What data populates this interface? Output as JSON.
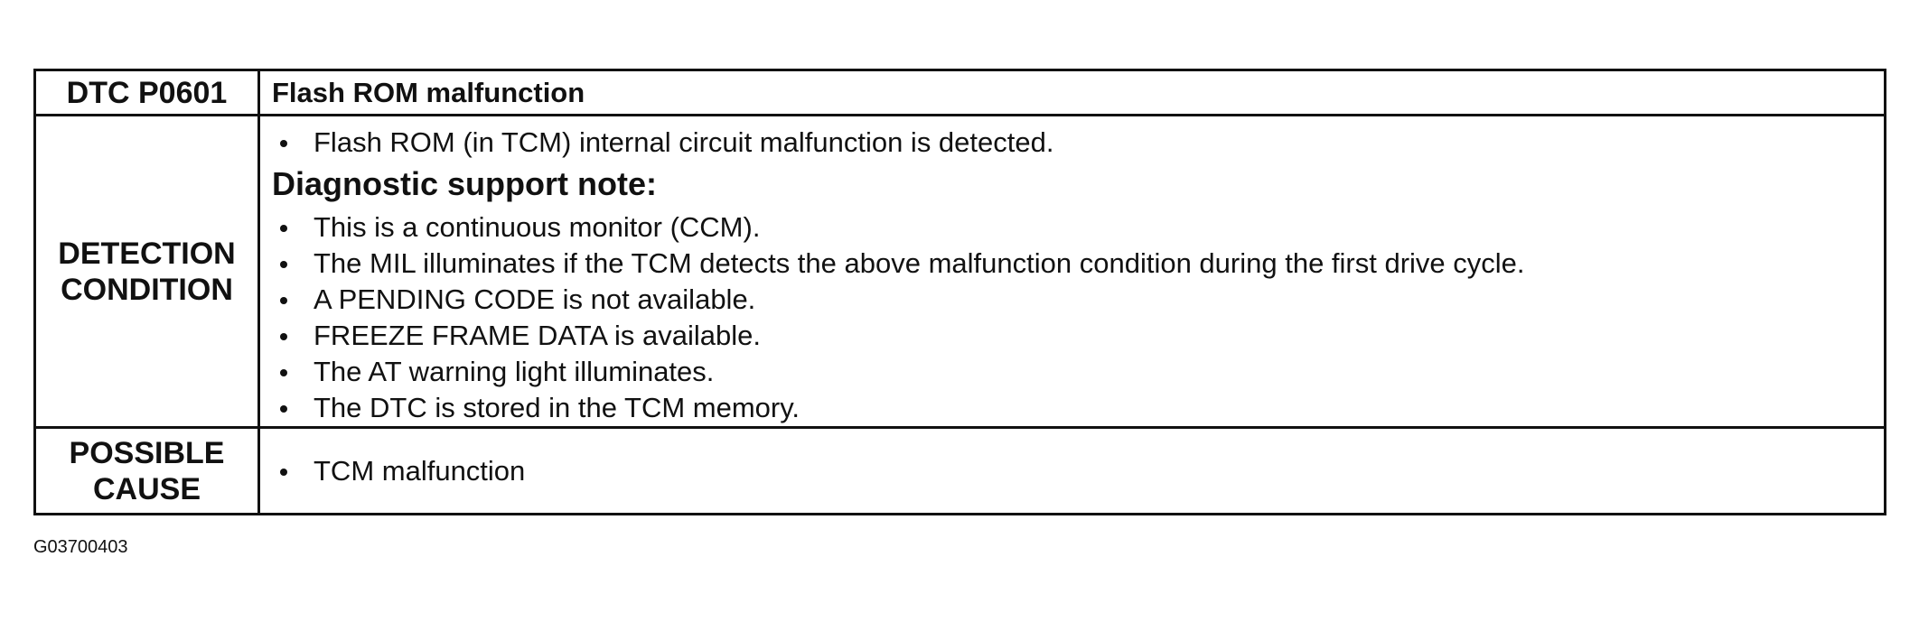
{
  "dtc": {
    "code": "DTC P0601",
    "title": "Flash ROM malfunction"
  },
  "detection_condition": {
    "label_line1": "DETECTION",
    "label_line2": "CONDITION",
    "intro_items": [
      "Flash ROM (in TCM) internal circuit malfunction is detected."
    ],
    "note_heading": "Diagnostic support note:",
    "note_items": [
      "This is a continuous monitor (CCM).",
      "The MIL illuminates if the TCM detects the above malfunction condition during the first drive cycle.",
      "A PENDING CODE is not available.",
      "FREEZE FRAME DATA is available.",
      "The AT warning light illuminates.",
      "The DTC is stored in the TCM memory."
    ]
  },
  "possible_cause": {
    "label_line1": "POSSIBLE",
    "label_line2": "CAUSE",
    "items": [
      "TCM malfunction"
    ]
  },
  "figure_id": "G03700403"
}
